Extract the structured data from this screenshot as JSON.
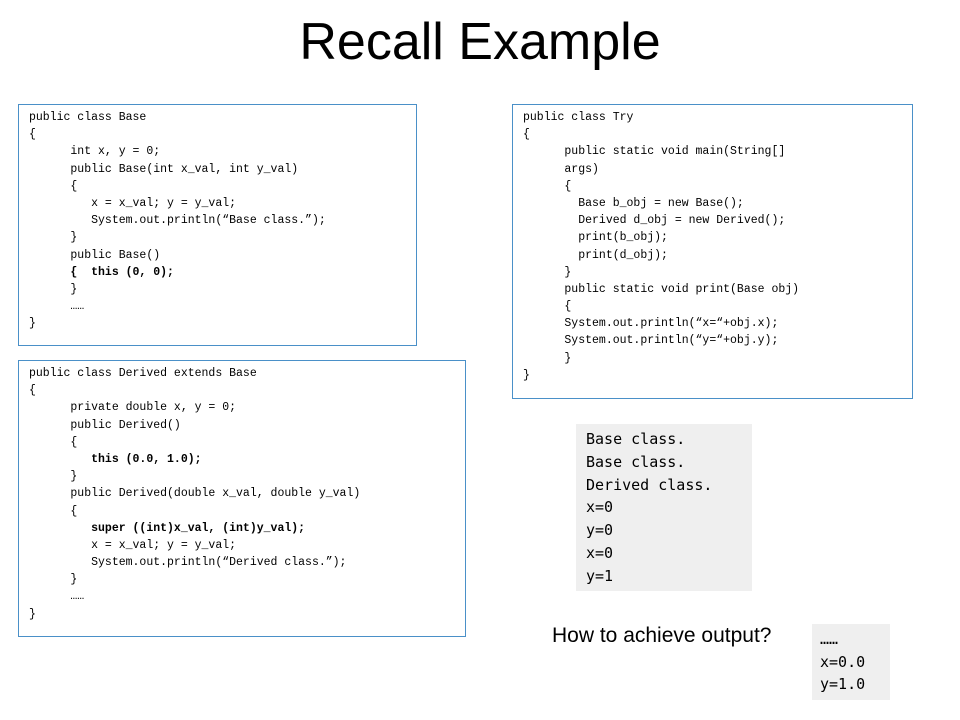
{
  "title": "Recall Example",
  "base_code": [
    {
      "t": "public class Base",
      "b": false
    },
    {
      "t": "{",
      "b": false
    },
    {
      "t": "      int x, y = 0;",
      "b": false
    },
    {
      "t": "      public Base(int x_val, int y_val)",
      "b": false
    },
    {
      "t": "      {",
      "b": false
    },
    {
      "t": "         x = x_val; y = y_val;",
      "b": false
    },
    {
      "t": "         System.out.println(“Base class.”);",
      "b": false
    },
    {
      "t": "      }",
      "b": false
    },
    {
      "t": "      public Base()",
      "b": false
    },
    {
      "t": "      {  this (0, 0);",
      "b": true
    },
    {
      "t": "      }",
      "b": false
    },
    {
      "t": "      ……",
      "b": false
    },
    {
      "t": "}",
      "b": false
    }
  ],
  "derived_code": [
    {
      "t": "public class Derived extends Base",
      "b": false
    },
    {
      "t": "{",
      "b": false
    },
    {
      "t": "      private double x, y = 0;",
      "b": false
    },
    {
      "t": "      public Derived()",
      "b": false
    },
    {
      "t": "      {",
      "b": false
    },
    {
      "t": "         this (0.0, 1.0);",
      "b": true
    },
    {
      "t": "      }",
      "b": false
    },
    {
      "t": "      public Derived(double x_val, double y_val)",
      "b": false
    },
    {
      "t": "      {",
      "b": false
    },
    {
      "t": "         super ((int)x_val, (int)y_val);",
      "b": true
    },
    {
      "t": "         x = x_val; y = y_val;",
      "b": false
    },
    {
      "t": "         System.out.println(“Derived class.”);",
      "b": false
    },
    {
      "t": "      }",
      "b": false
    },
    {
      "t": "      ……",
      "b": false
    },
    {
      "t": "}",
      "b": false
    }
  ],
  "try_code": [
    {
      "t": "public class Try",
      "b": false
    },
    {
      "t": "{",
      "b": false
    },
    {
      "t": "      public static void main(String[]",
      "b": false
    },
    {
      "t": "      args)",
      "b": false
    },
    {
      "t": "      {",
      "b": false
    },
    {
      "t": "        Base b_obj = new Base();",
      "b": false
    },
    {
      "t": "        Derived d_obj = new Derived();",
      "b": false
    },
    {
      "t": "        print(b_obj);",
      "b": false
    },
    {
      "t": "        print(d_obj);",
      "b": false
    },
    {
      "t": "      }",
      "b": false
    },
    {
      "t": "      public static void print(Base obj)",
      "b": false
    },
    {
      "t": "      {",
      "b": false
    },
    {
      "t": "      System.out.println(“x=“+obj.x);",
      "b": false
    },
    {
      "t": "      System.out.println(“y=“+obj.y);",
      "b": false
    },
    {
      "t": "      }",
      "b": false
    },
    {
      "t": "}",
      "b": false
    }
  ],
  "output_lines": [
    "Base class.",
    "Base class.",
    "Derived class.",
    "x=0",
    "y=0",
    "x=0",
    "y=1"
  ],
  "question": "How to achieve output?",
  "desired_output": [
    "……",
    "x=0.0",
    "y=1.0"
  ]
}
